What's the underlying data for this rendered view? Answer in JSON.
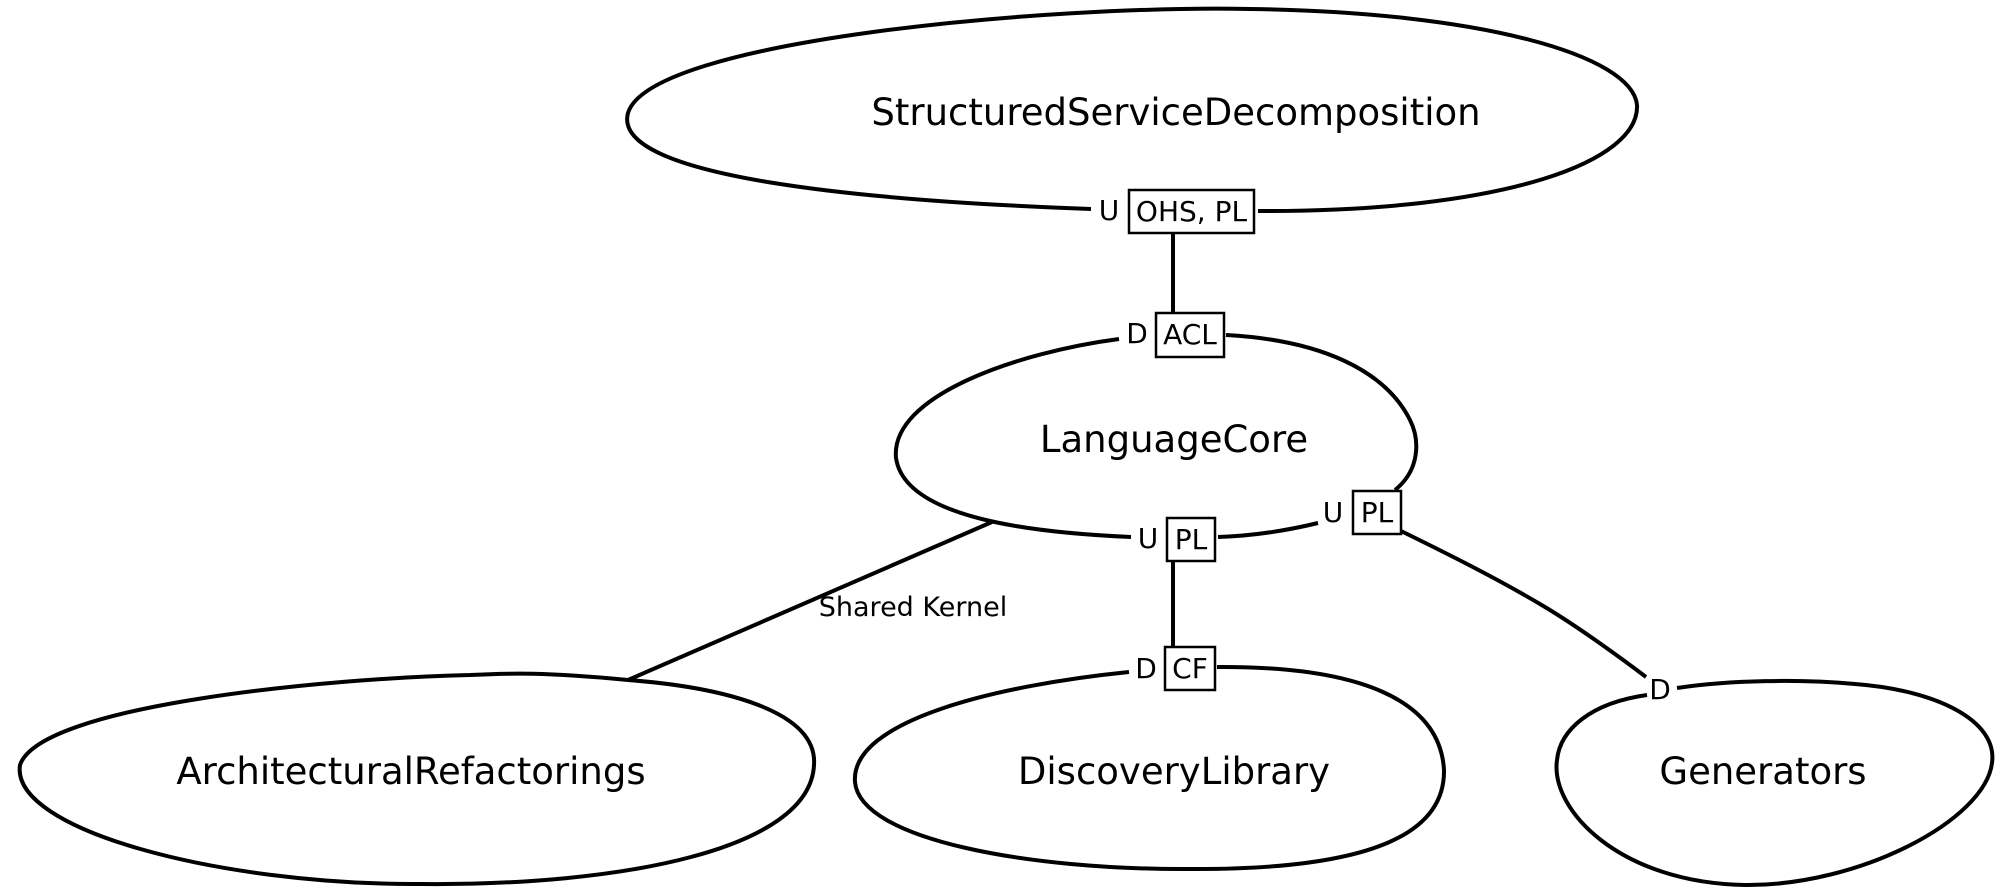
{
  "contexts": {
    "structured_service_decomposition": "StructuredServiceDecomposition",
    "language_core": "LanguageCore",
    "architectural_refactorings": "ArchitecturalRefactorings",
    "discovery_library": "DiscoveryLibrary",
    "generators": "Generators"
  },
  "relationships": {
    "ssd_to_core": {
      "upstream_role": "U",
      "upstream_patterns": "OHS, PL",
      "downstream_role": "D",
      "downstream_patterns": "ACL"
    },
    "core_to_refactorings": {
      "label": "Shared Kernel"
    },
    "core_to_discovery": {
      "upstream_role": "U",
      "upstream_patterns": "PL",
      "downstream_role": "D",
      "downstream_patterns": "CF"
    },
    "core_to_generators": {
      "upstream_role": "U",
      "upstream_patterns": "PL",
      "downstream_role": "D"
    }
  }
}
